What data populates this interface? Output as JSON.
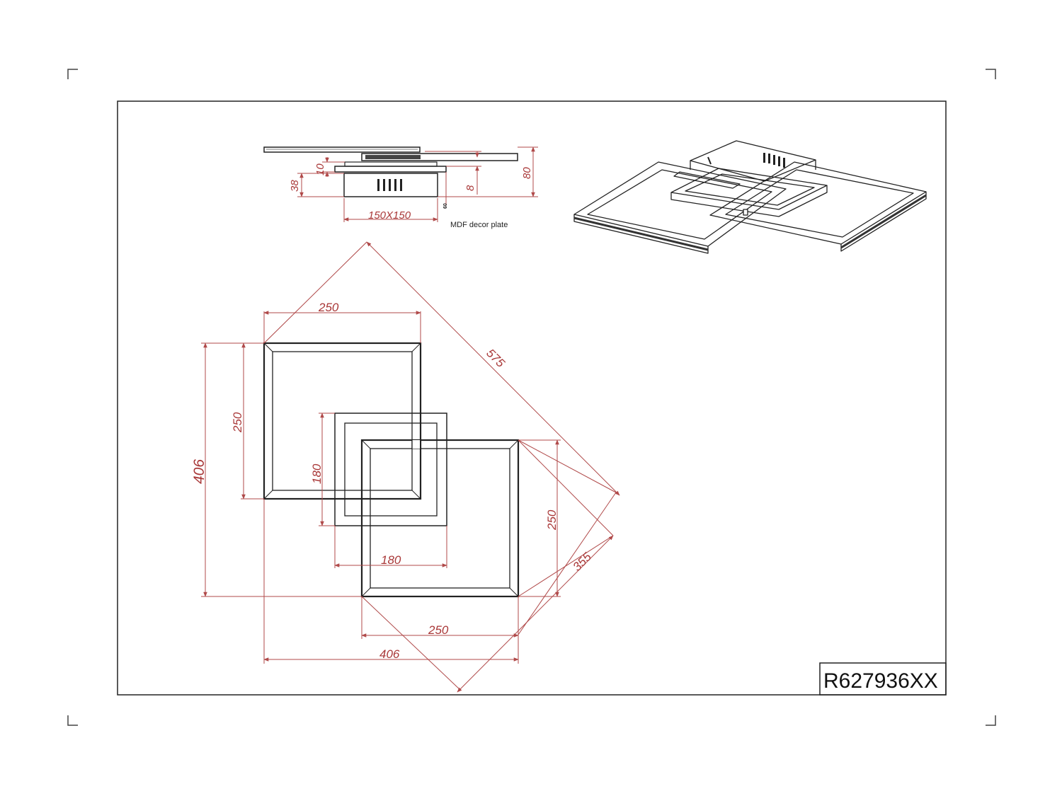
{
  "drawing": {
    "product_code": "R627936XX",
    "note_mdf": "MDF  decor plate",
    "side_view": {
      "dim_10": "10",
      "dim_38": "38",
      "dim_80": "80",
      "dim_8": "8",
      "dim_small": "60",
      "dim_base": "150X150"
    },
    "top_view": {
      "dim_575": "575",
      "dim_250_top": "250",
      "dim_250_left": "250",
      "dim_406_left": "406",
      "dim_180_vert": "180",
      "dim_180_horiz": "180",
      "dim_250_right": "250",
      "dim_355": "355",
      "dim_250_bottom": "250",
      "dim_406_bottom": "406"
    }
  }
}
